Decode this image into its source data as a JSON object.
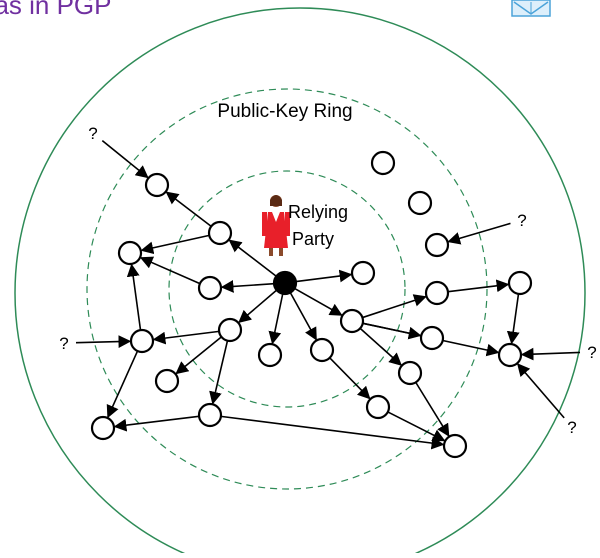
{
  "header": {
    "title_fragment": ", as in PGP",
    "title_color": "#7030A0"
  },
  "diagram": {
    "ring_label": "Public-Key Ring",
    "relying_party_line1": "Relying",
    "relying_party_line2": "Party",
    "unknown_marker": "?",
    "colors": {
      "ring": "#2E8B57",
      "outer_circle": "#2E8B57",
      "node": "#000000",
      "center_node": "#000000",
      "person": "#E8202A",
      "book_icon": "#4BA3D9"
    },
    "icons": [
      "book-icon",
      "person-icon"
    ]
  }
}
